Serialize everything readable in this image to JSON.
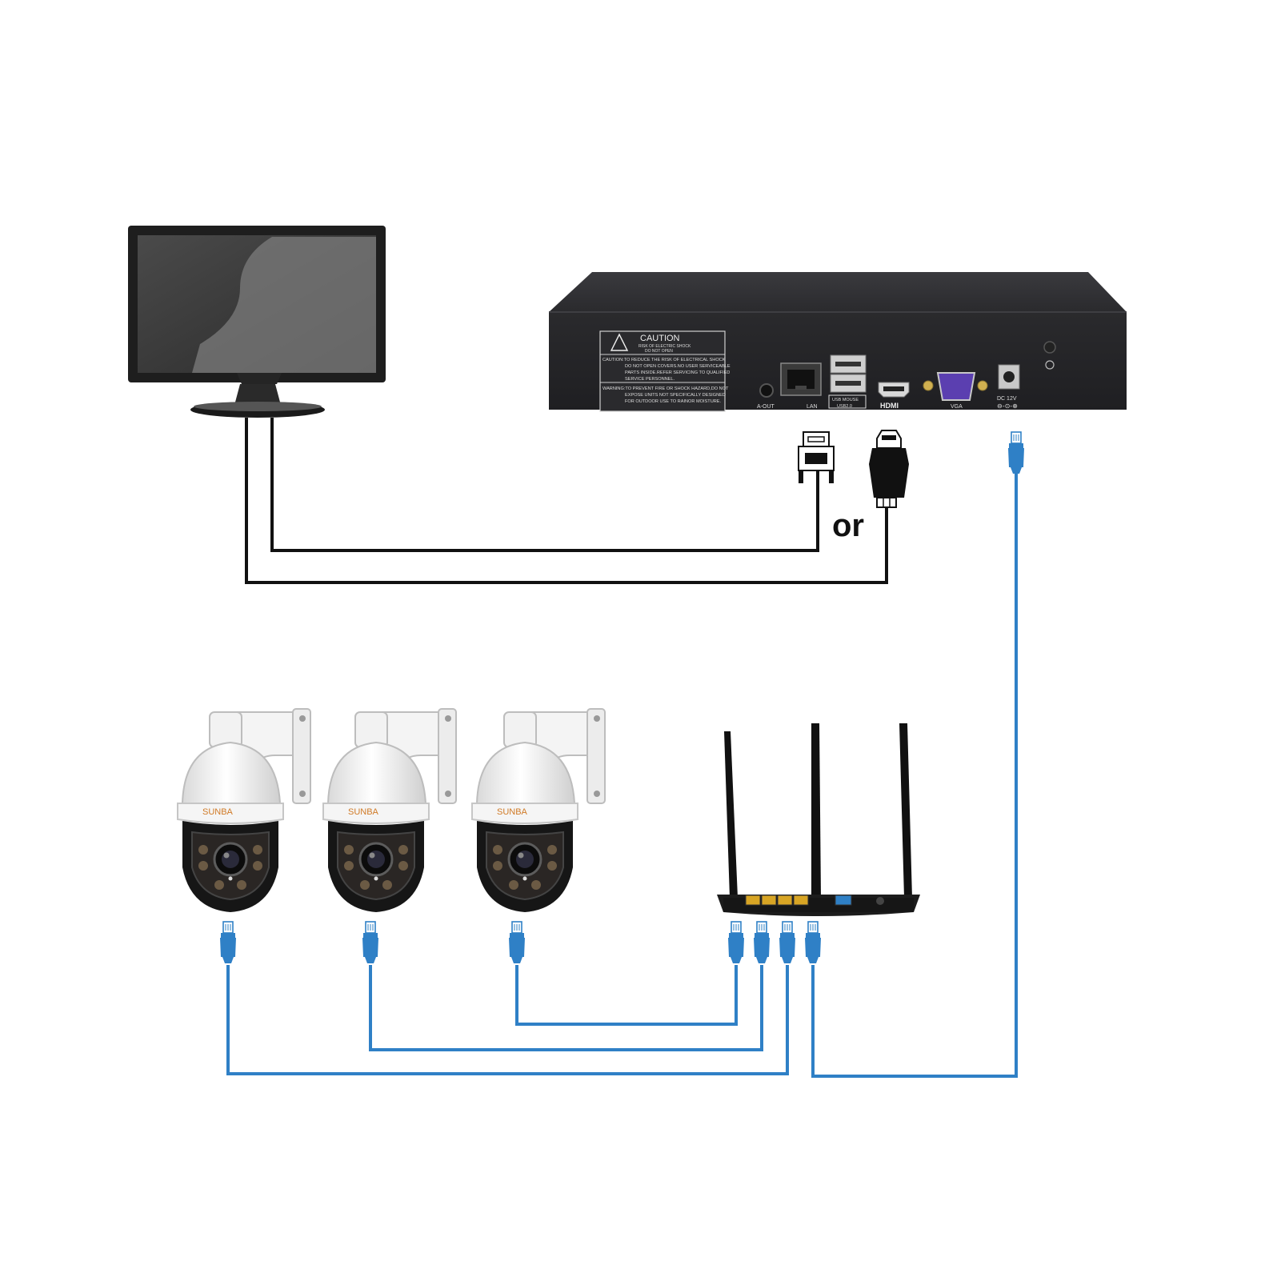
{
  "nvr": {
    "caution_title": "CAUTION",
    "caution_sub_1": "RISK OF ELECTRIC SHOCK",
    "caution_sub_2": "DO NOT OPEN",
    "caution_text_1": "CAUTION:TO REDUCE THE RISK OF ELECTRICAL SHOCK",
    "caution_text_2": "DO NOT OPEN COVERS.NO USER SERVICEABLE",
    "caution_text_3": "PARTS INSIDE.REFER SERVICING TO QUALIFIED",
    "caution_text_4": "SERVICE PERSONNEL.",
    "warning_text_1": "WARNING:TO PREVENT FIRE OR SHOCK HAZARD,DO NOT",
    "warning_text_2": "EXPOSE UNITS NOT SPECIFICALLY DESIGNED",
    "warning_text_3": "FOR OUTDOOR USE TO RAINOR MOISTURE.",
    "port_aout": "A-OUT",
    "port_lan": "LAN",
    "port_usb_1": "USB MOUSE",
    "port_usb_2": "USB2.0",
    "port_hdmi": "HDMI",
    "port_vga": "VGA",
    "port_dc": "DC 12V"
  },
  "or_label": "or",
  "camera_brand": "SUNBA",
  "colors": {
    "ethernet_cable": "#2f80c6",
    "video_cable": "#111111",
    "nvr_body": "#2b2b2e",
    "router_body": "#1c1c1c",
    "lan_port": "#d8a524",
    "wan_port": "#2f80c6",
    "vga_port": "#5b3fb0",
    "brand": "#d07a26"
  },
  "icons": [
    "monitor-icon",
    "nvr-icon",
    "vga-connector-icon",
    "hdmi-connector-icon",
    "rj45-connector-icon",
    "ptz-camera-icon",
    "router-icon"
  ]
}
